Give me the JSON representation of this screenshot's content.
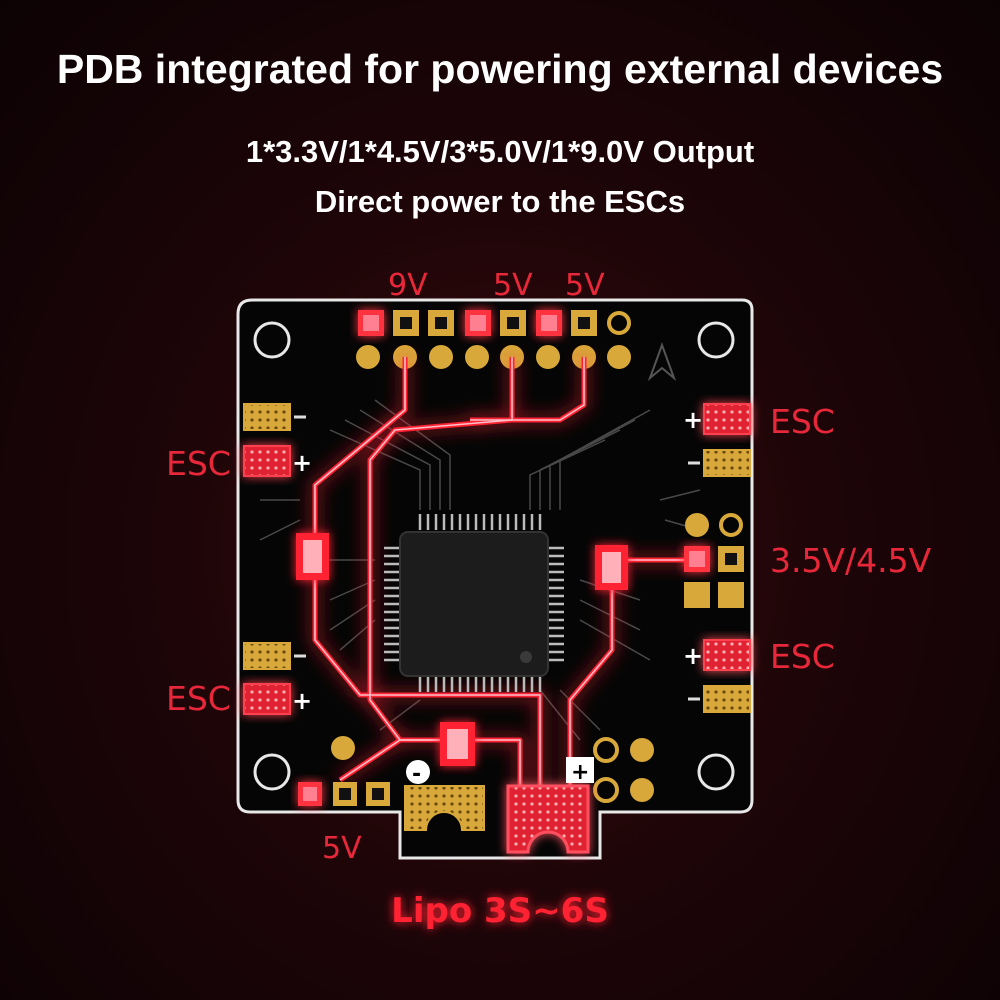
{
  "header": {
    "title": "PDB integrated for powering external devices",
    "subtitle_1": "1*3.3V/1*4.5V/3*5.0V/1*9.0V Output",
    "subtitle_2": "Direct power to the ESCs"
  },
  "labels": {
    "pin_9v": "9V",
    "pin_5v_a": "5V",
    "pin_5v_b": "5V",
    "pin_5v_bottom": "5V",
    "esc_left_top": "ESC",
    "esc_left_bottom": "ESC",
    "esc_right_top": "ESC",
    "esc_right_bottom": "ESC",
    "voltage_right": "3.5V/4.5V",
    "battery": "Lipo 3S~6S",
    "plus_sign": "+",
    "minus_sign": "-"
  },
  "colors": {
    "board_outline": "#e8e8e8",
    "trace_glow": "#ff2030",
    "pad_gold": "#d8a93a",
    "label_red": "#e8283a",
    "chip": "#1a1a1a"
  }
}
